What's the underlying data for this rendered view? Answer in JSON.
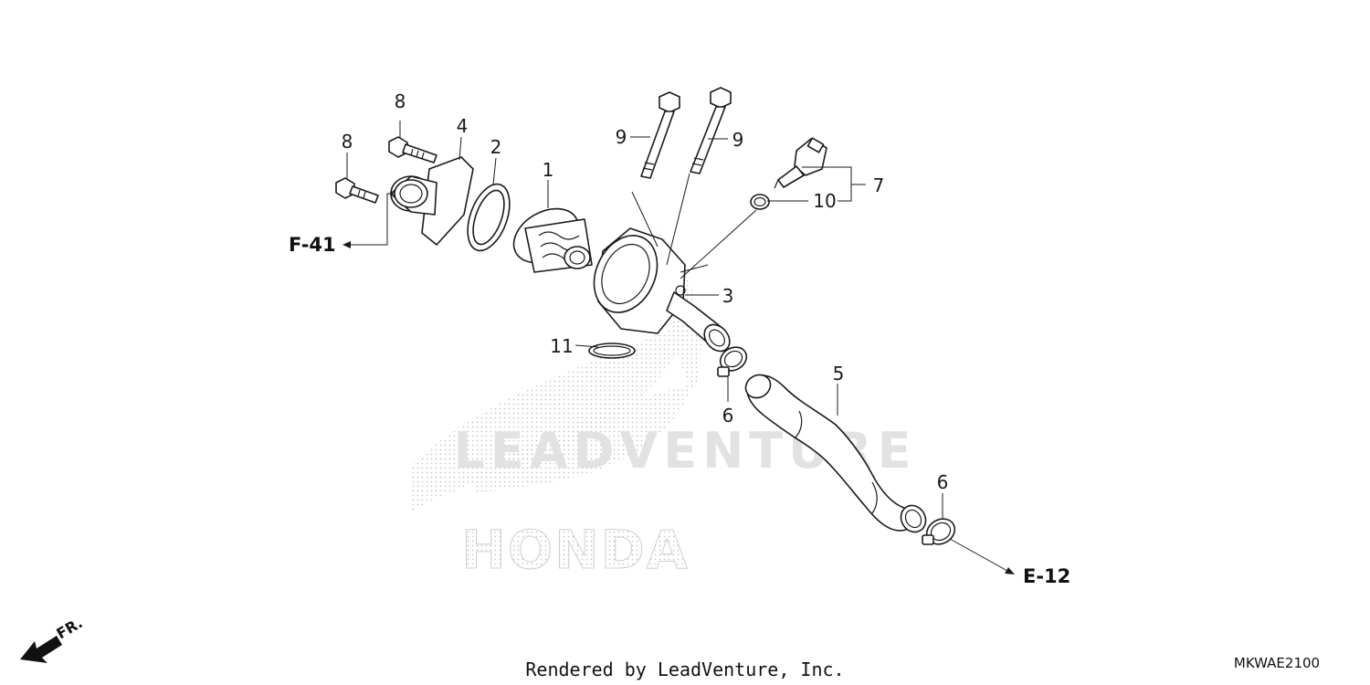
{
  "callouts": {
    "c1": "1",
    "c2": "2",
    "c3": "3",
    "c4": "4",
    "c5": "5",
    "c6a": "6",
    "c6b": "6",
    "c7": "7",
    "c8a": "8",
    "c8b": "8",
    "c9a": "9",
    "c9b": "9",
    "c10": "10",
    "c11": "11"
  },
  "refs": {
    "f41": "F-41",
    "e12": "E-12"
  },
  "front_label": "FR.",
  "watermark": {
    "brand": "LEADVENTURE",
    "make": "HONDA"
  },
  "footer": {
    "rendered_by": "Rendered by LeadVenture, Inc.",
    "code": "MKWAE2100"
  },
  "colors": {
    "line": "#1a1a1a",
    "watermark": "#d9d9d9"
  }
}
